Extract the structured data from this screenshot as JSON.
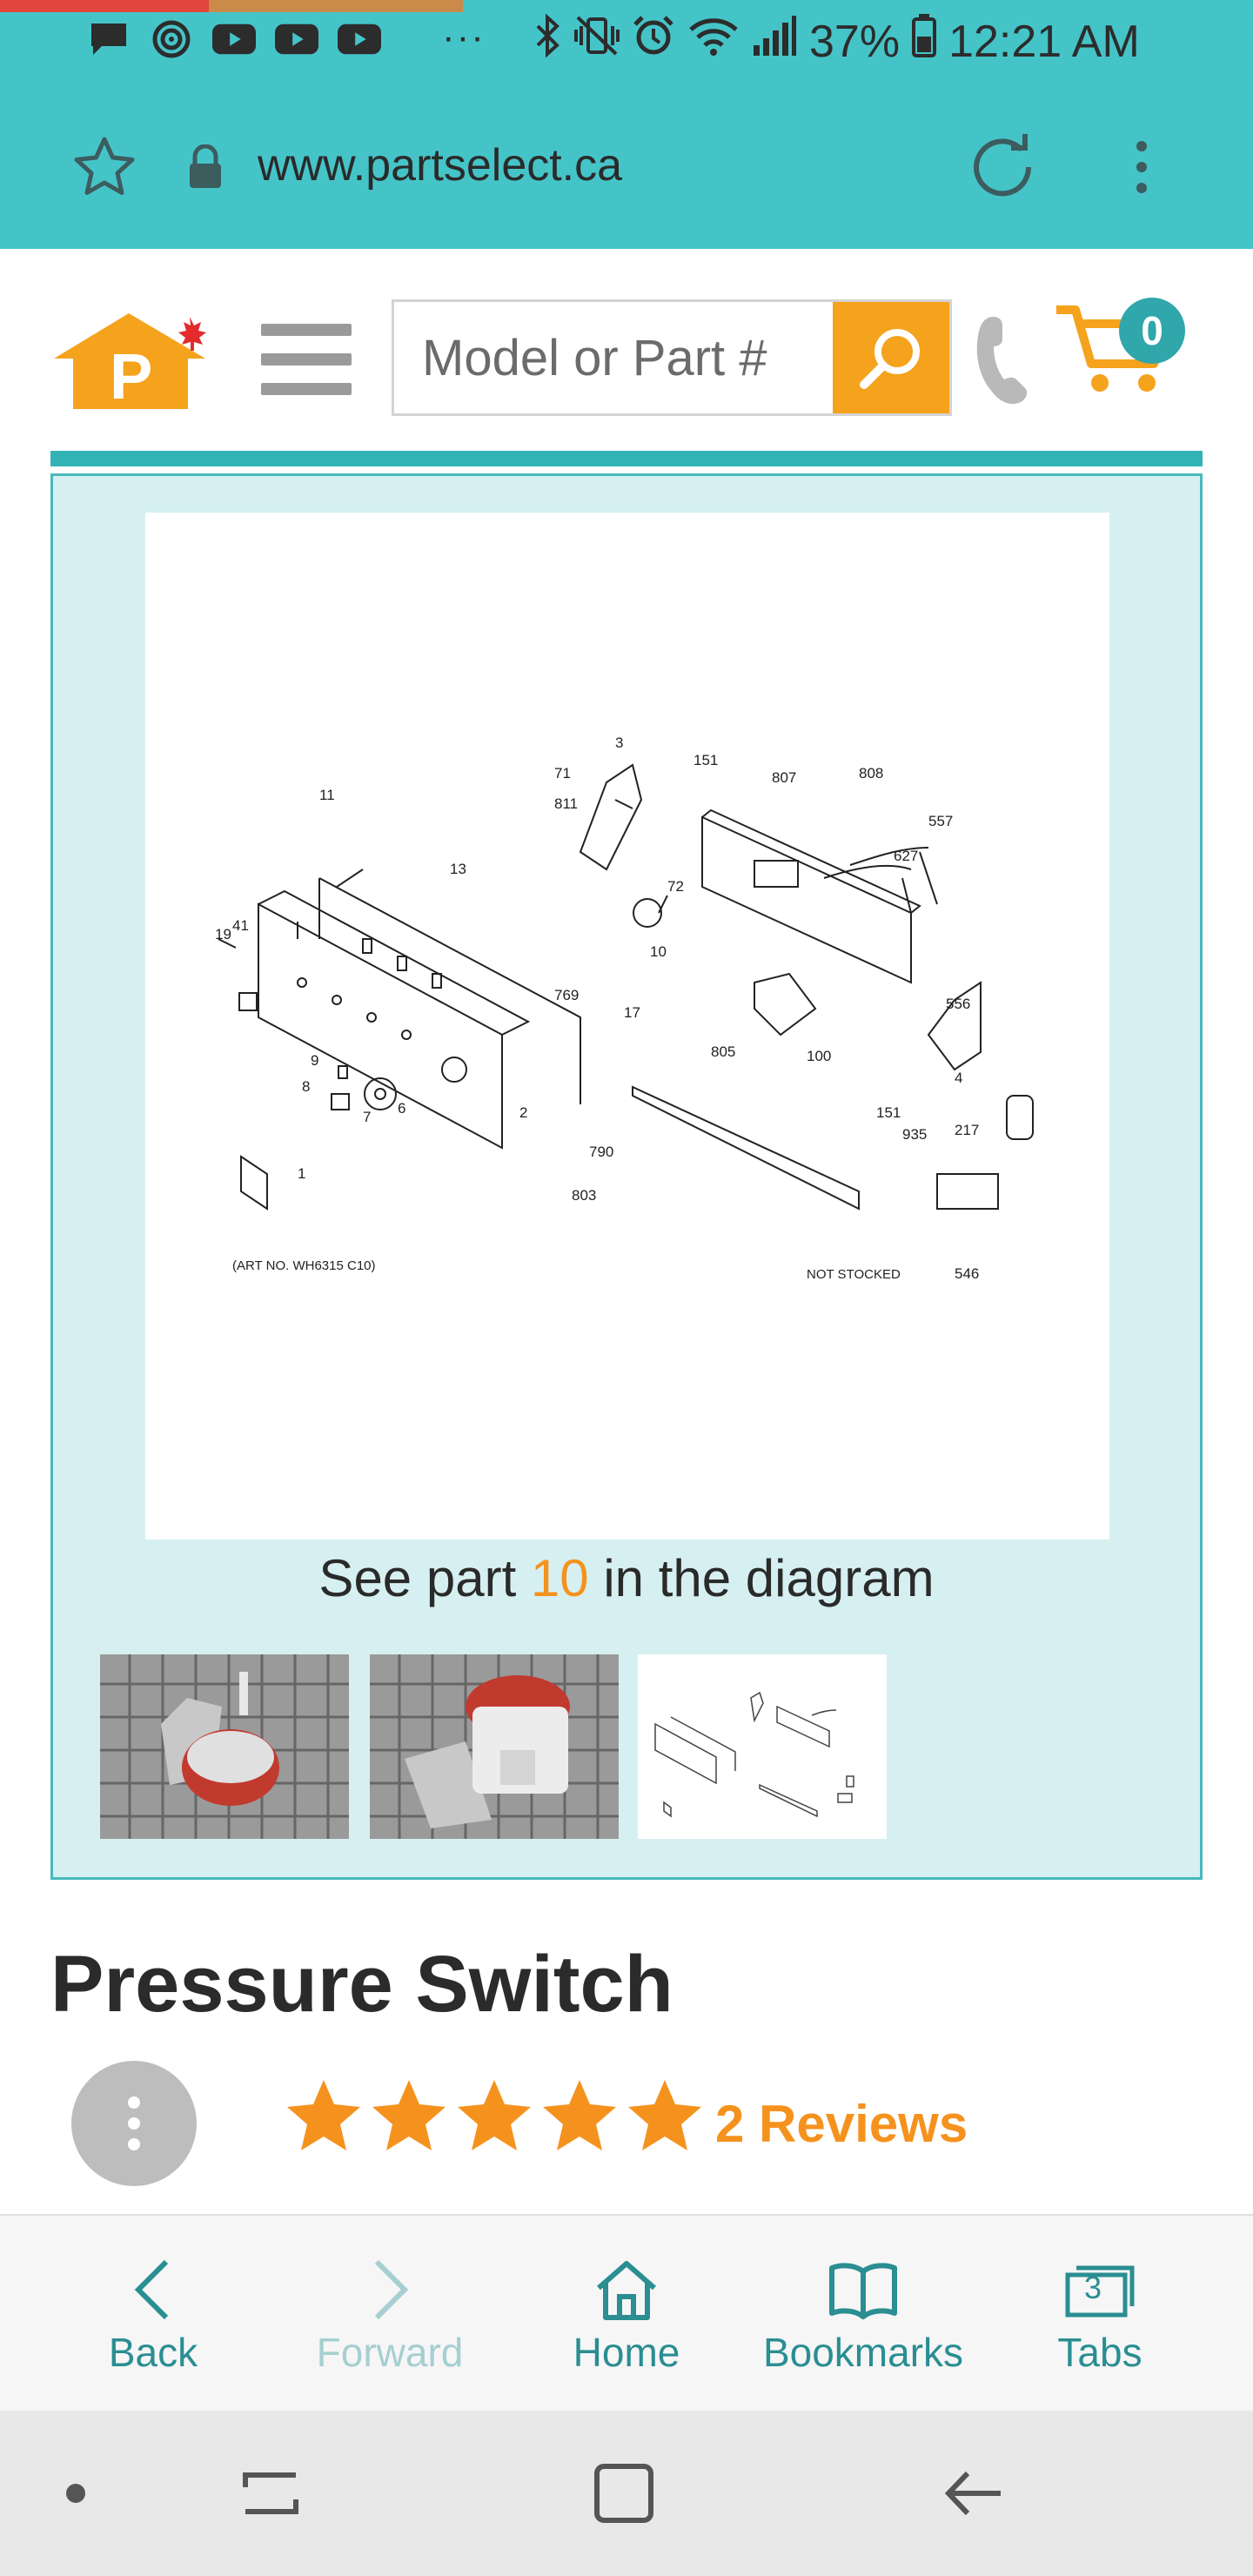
{
  "status_bar": {
    "dots": "···",
    "battery": "37%",
    "time": "12:21 AM",
    "icons_left": [
      "message-icon",
      "signal-app-icon",
      "youtube-icon",
      "youtube-icon",
      "youtube-icon"
    ],
    "icons_right": [
      "bluetooth-icon",
      "vibrate-icon",
      "alarm-icon",
      "wifi-icon",
      "cell-signal-icon",
      "battery-icon"
    ]
  },
  "url_bar": {
    "url": "www.partselect.ca"
  },
  "header": {
    "search_placeholder": "Model or Part #",
    "cart_count": "0"
  },
  "gallery": {
    "caption_prefix": "See part ",
    "caption_part": "10",
    "caption_suffix": " in the diagram",
    "diagram": {
      "art_no": "(ART NO. WH6315 C10)",
      "not_stocked": "NOT STOCKED",
      "callouts": [
        "3",
        "151",
        "807",
        "808",
        "71",
        "811",
        "11",
        "557",
        "627",
        "13",
        "72",
        "10",
        "19",
        "41",
        "769",
        "17",
        "556",
        "9",
        "805",
        "100",
        "8",
        "6",
        "7",
        "2",
        "4",
        "151",
        "935",
        "217",
        "790",
        "1",
        "803",
        "546"
      ]
    }
  },
  "product": {
    "title": "Pressure Switch",
    "rating": 5,
    "reviews": "2 Reviews"
  },
  "browser_bar": {
    "back": "Back",
    "forward": "Forward",
    "home": "Home",
    "bookmarks": "Bookmarks",
    "tabs": "Tabs",
    "tab_count": "3"
  },
  "colors": {
    "teal": "#45c4c8",
    "orange": "#f5a21c",
    "accent_text": "#f5921e",
    "nav_teal": "#2a8e92"
  }
}
